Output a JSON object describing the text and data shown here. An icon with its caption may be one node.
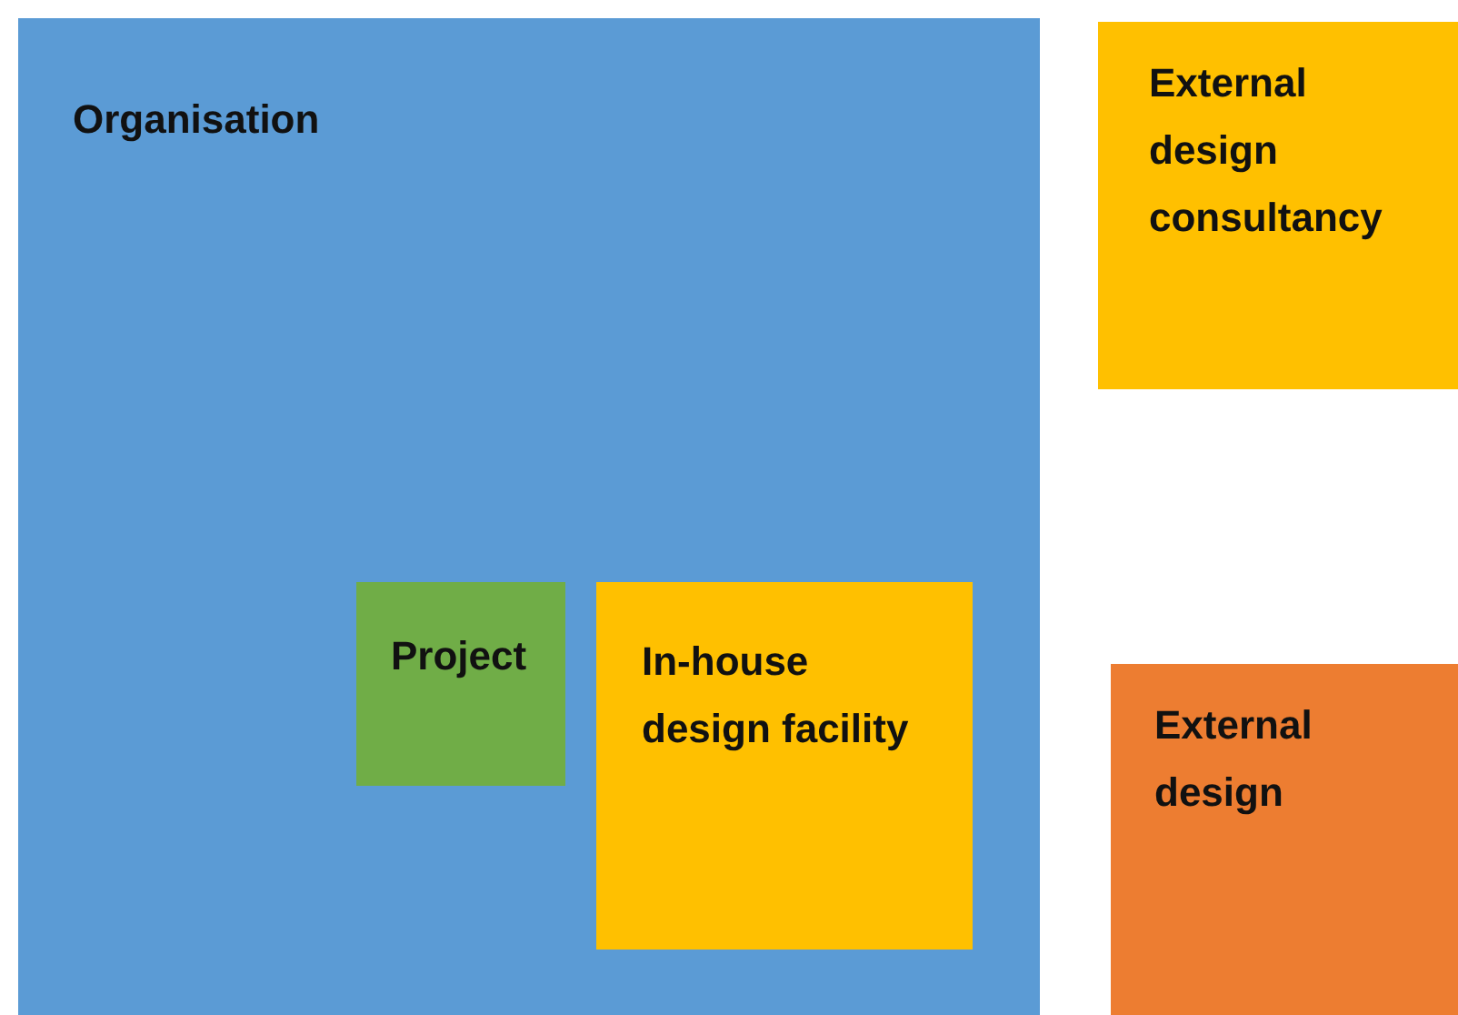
{
  "diagram": {
    "nodes": [
      {
        "text": [
          "Organisation"
        ]
      },
      {
        "text": [
          "Project"
        ],
        "in": 0
      },
      {
        "text": [
          "In-house design facility"
        ],
        "in": 0
      },
      {
        "text": [
          "External design consultancy"
        ]
      },
      {
        "text": [
          "External design"
        ]
      }
    ]
  }
}
